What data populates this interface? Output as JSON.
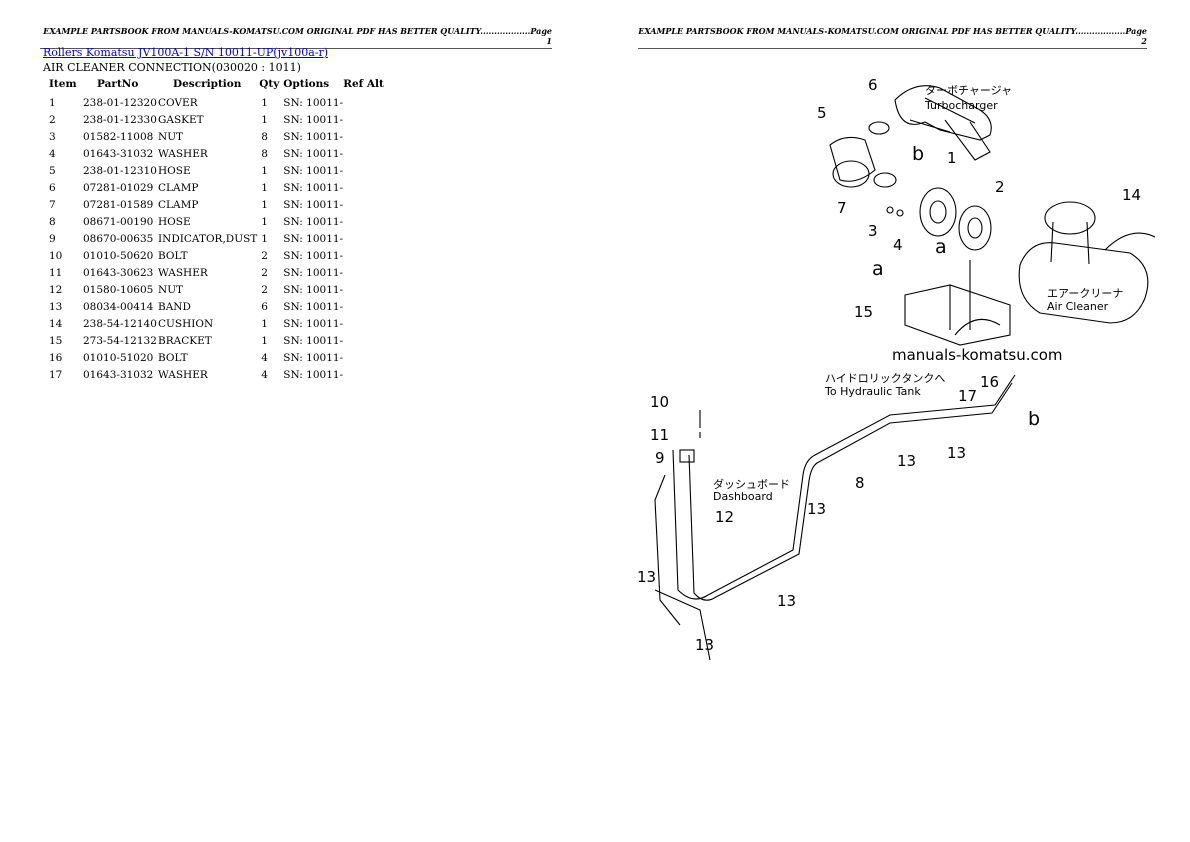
{
  "header": {
    "left": "EXAMPLE PARTSBOOK FROM MANUALS-KOMATSU.COM ORIGINAL PDF HAS BETTER QUALITY..................Page 1",
    "right": "EXAMPLE PARTSBOOK FROM MANUALS-KOMATSU.COM ORIGINAL PDF HAS BETTER QUALITY..................Page 2"
  },
  "title_link": "Rollers Komatsu JV100A-1 S/N 10011-UP(jv100a-r)",
  "subtitle": "AIR CLEANER CONNECTION(030020 : 1011)",
  "table": {
    "headers": {
      "item": "Item",
      "partno": "PartNo",
      "description": "Description",
      "qty": "Qty",
      "options": "Options",
      "refalt": "Ref Alt"
    },
    "rows": [
      {
        "item": "1",
        "partno": "238-01-12320",
        "description": "COVER",
        "qty": "1",
        "options": "SN: 10011-"
      },
      {
        "item": "2",
        "partno": "238-01-12330",
        "description": "GASKET",
        "qty": "1",
        "options": "SN: 10011-"
      },
      {
        "item": "3",
        "partno": "01582-11008",
        "description": "NUT",
        "qty": "8",
        "options": "SN: 10011-"
      },
      {
        "item": "4",
        "partno": "01643-31032",
        "description": "WASHER",
        "qty": "8",
        "options": "SN: 10011-"
      },
      {
        "item": "5",
        "partno": "238-01-12310",
        "description": "HOSE",
        "qty": "1",
        "options": "SN: 10011-"
      },
      {
        "item": "6",
        "partno": "07281-01029",
        "description": "CLAMP",
        "qty": "1",
        "options": "SN: 10011-"
      },
      {
        "item": "7",
        "partno": "07281-01589",
        "description": "CLAMP",
        "qty": "1",
        "options": "SN: 10011-"
      },
      {
        "item": "8",
        "partno": "08671-00190",
        "description": "HOSE",
        "qty": "1",
        "options": "SN: 10011-"
      },
      {
        "item": "9",
        "partno": "08670-00635",
        "description": "INDICATOR,DUST",
        "qty": "1",
        "options": "SN: 10011-"
      },
      {
        "item": "10",
        "partno": "01010-50620",
        "description": "BOLT",
        "qty": "2",
        "options": "SN: 10011-"
      },
      {
        "item": "11",
        "partno": "01643-30623",
        "description": "WASHER",
        "qty": "2",
        "options": "SN: 10011-"
      },
      {
        "item": "12",
        "partno": "01580-10605",
        "description": "NUT",
        "qty": "2",
        "options": "SN: 10011-"
      },
      {
        "item": "13",
        "partno": "08034-00414",
        "description": "BAND",
        "qty": "6",
        "options": "SN: 10011-"
      },
      {
        "item": "14",
        "partno": "238-54-12140",
        "description": "CUSHION",
        "qty": "1",
        "options": "SN: 10011-"
      },
      {
        "item": "15",
        "partno": "273-54-12132",
        "description": "BRACKET",
        "qty": "1",
        "options": "SN: 10011-"
      },
      {
        "item": "16",
        "partno": "01010-51020",
        "description": "BOLT",
        "qty": "4",
        "options": "SN: 10011-"
      },
      {
        "item": "17",
        "partno": "01643-31032",
        "description": "WASHER",
        "qty": "4",
        "options": "SN: 10011-"
      }
    ]
  },
  "diagram": {
    "callouts": [
      "6",
      "5",
      "b",
      "1",
      "2",
      "14",
      "7",
      "3",
      "4",
      "a",
      "a",
      "15",
      "16",
      "17",
      "b",
      "10",
      "11",
      "9",
      "12",
      "13",
      "13",
      "13",
      "13",
      "13",
      "13",
      "8"
    ],
    "labels": {
      "turbo_jp": "ターボチャージャ",
      "turbo_en": "Turbocharger",
      "aircleaner_jp": "エアークリーナ",
      "aircleaner_en": "Air Cleaner",
      "watermark": "manuals-komatsu.com",
      "hydtank_jp": "ハイドロリックタンクへ",
      "hydtank_en": "To Hydraulic Tank",
      "dash_jp": "ダッシュボード",
      "dash_en": "Dashboard"
    }
  }
}
